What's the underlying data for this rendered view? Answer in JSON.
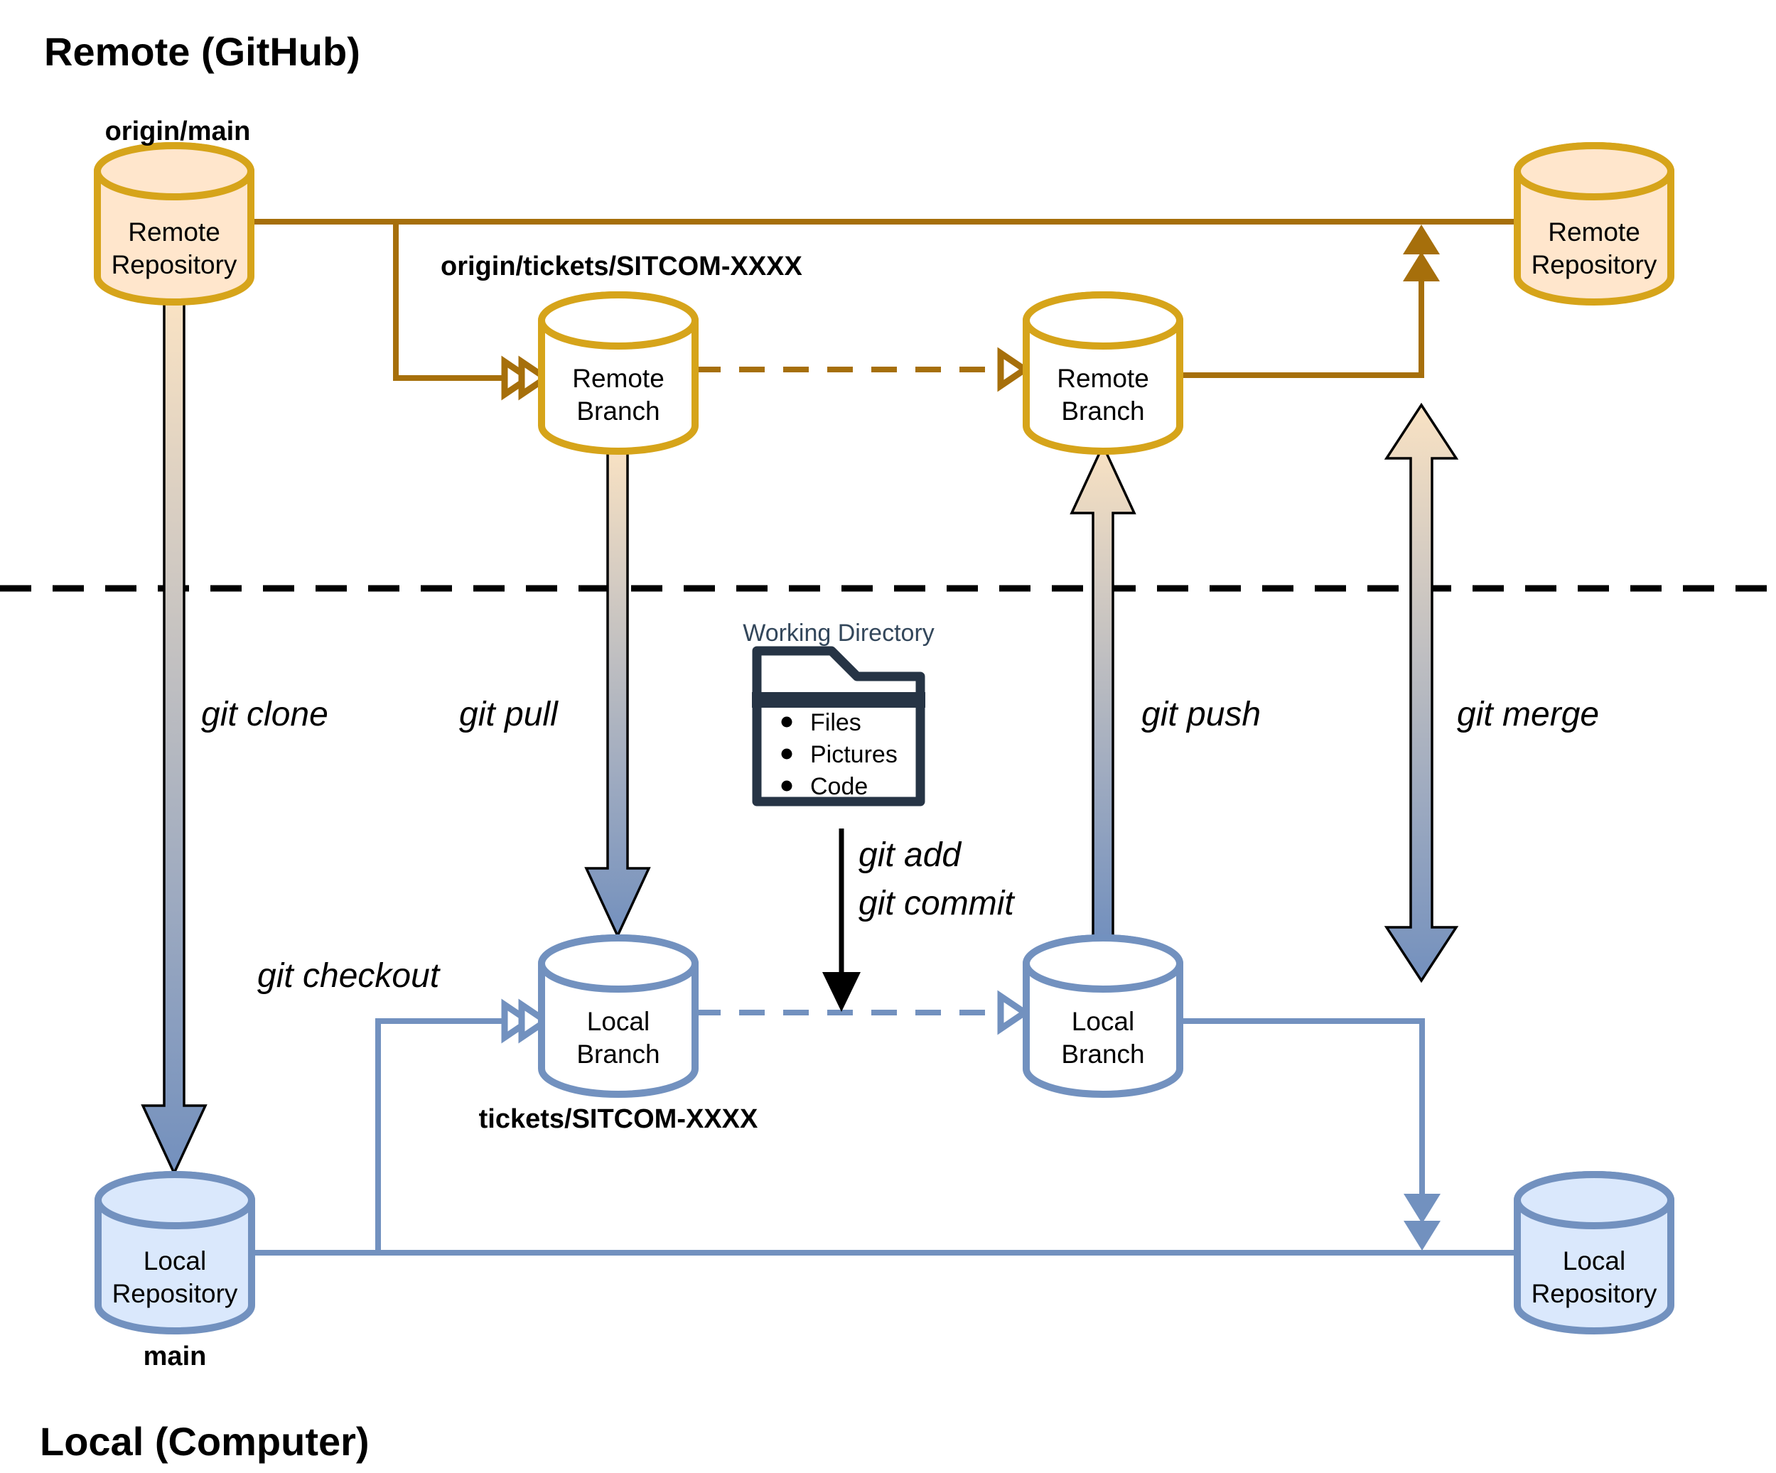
{
  "titles": {
    "remote": "Remote (GitHub)",
    "local": "Local (Computer)"
  },
  "nodes": {
    "remote_repo_left": {
      "line1": "Remote",
      "line2": "Repository",
      "tag_above": "origin/main"
    },
    "remote_branch_left": {
      "line1": "Remote",
      "line2": "Branch",
      "tag_above": "origin/tickets/SITCOM-XXXX"
    },
    "remote_branch_right": {
      "line1": "Remote",
      "line2": "Branch"
    },
    "remote_repo_right": {
      "line1": "Remote",
      "line2": "Repository"
    },
    "local_repo_left": {
      "line1": "Local",
      "line2": "Repository",
      "tag_below": "main"
    },
    "local_branch_left": {
      "line1": "Local",
      "line2": "Branch",
      "tag_below": "tickets/SITCOM-XXXX"
    },
    "local_branch_right": {
      "line1": "Local",
      "line2": "Branch"
    },
    "local_repo_right": {
      "line1": "Local",
      "line2": "Repository"
    }
  },
  "commands": {
    "clone": "git clone",
    "pull": "git pull",
    "push": "git push",
    "merge": "git merge",
    "checkout": "git checkout",
    "add": "git add",
    "commit": "git commit"
  },
  "working_directory": {
    "title": "Working Directory",
    "items": [
      "Files",
      "Pictures",
      "Code"
    ]
  },
  "colors": {
    "remote_fill": "#FFE6CC",
    "remote_stroke": "#D6A41A",
    "remote_connector": "#A66F0B",
    "local_fill": "#DAE8FC",
    "local_stroke": "#7291BF",
    "gradient_top": "#F9E2C3",
    "gradient_bottom": "#7390BE",
    "folder_icon": "#263445",
    "working_directory_title": "#33475B",
    "separator": "#000000"
  }
}
